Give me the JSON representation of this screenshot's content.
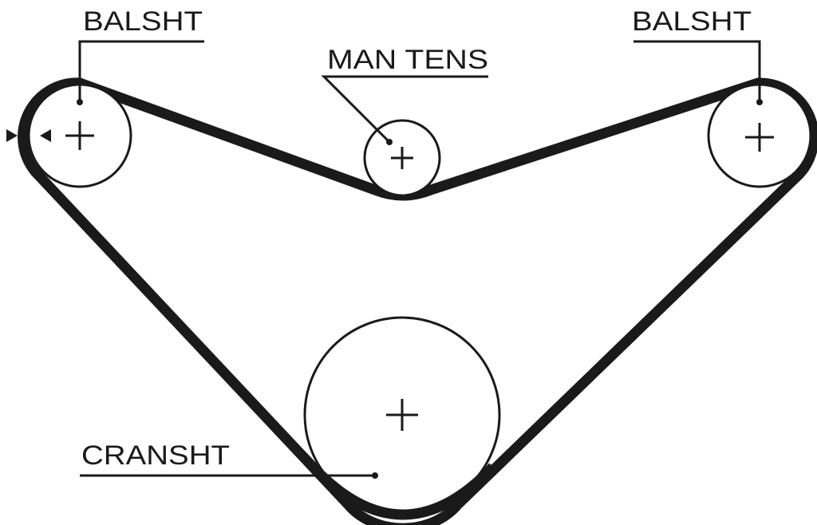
{
  "diagram": {
    "title": "Timing belt routing diagram",
    "colors": {
      "belt": "#1a1a1a",
      "outline": "#1a1a1a",
      "background": "#ffffff"
    },
    "labels": {
      "balance_shaft_left": "BALSHT",
      "tensioner": "MAN TENS",
      "balance_shaft_right": "BALSHT",
      "crankshaft": "CRANSHT"
    }
  }
}
